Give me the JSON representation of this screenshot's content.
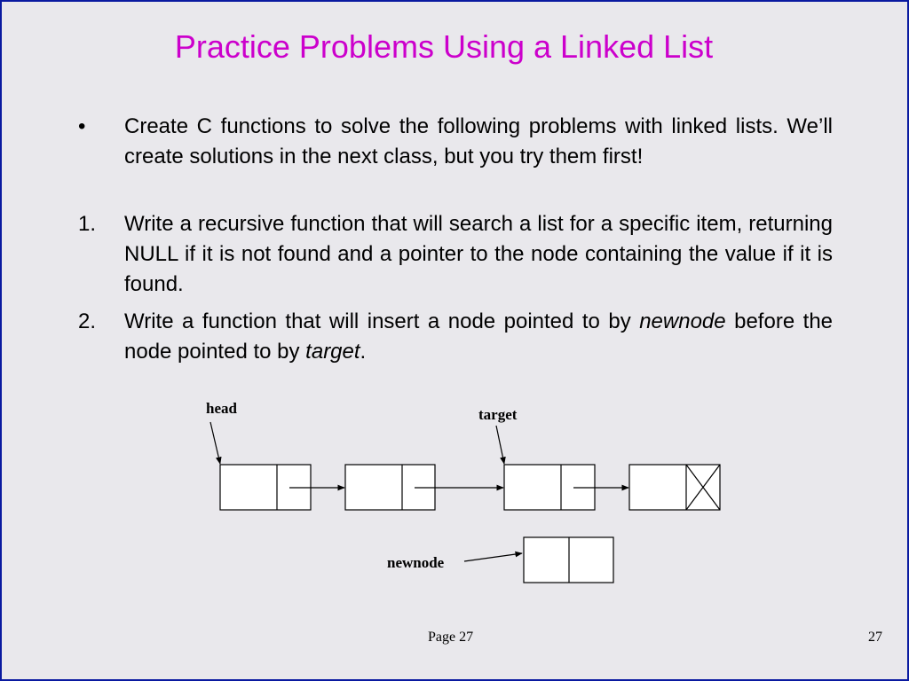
{
  "title": "Practice Problems Using a Linked List",
  "bullet": {
    "marker": "•",
    "text": "Create C functions to solve the following problems with linked lists.  We’ll create solutions in the next class, but you try them first!"
  },
  "items": [
    {
      "marker": "1.",
      "text": "Write a recursive function that will search a list for a specific item, returning NULL if it is not found and a pointer to the node containing the value if it is found."
    },
    {
      "marker": "2.",
      "text_before": "Write a function that will insert a node pointed to by ",
      "italic1": "newnode",
      "text_middle": " before the node pointed to by ",
      "italic2": "target",
      "text_after": "."
    }
  ],
  "diagram": {
    "head_label": "head",
    "target_label": "target",
    "newnode_label": "newnode"
  },
  "footer": {
    "page_label": "Page 27",
    "page_number": "27"
  }
}
